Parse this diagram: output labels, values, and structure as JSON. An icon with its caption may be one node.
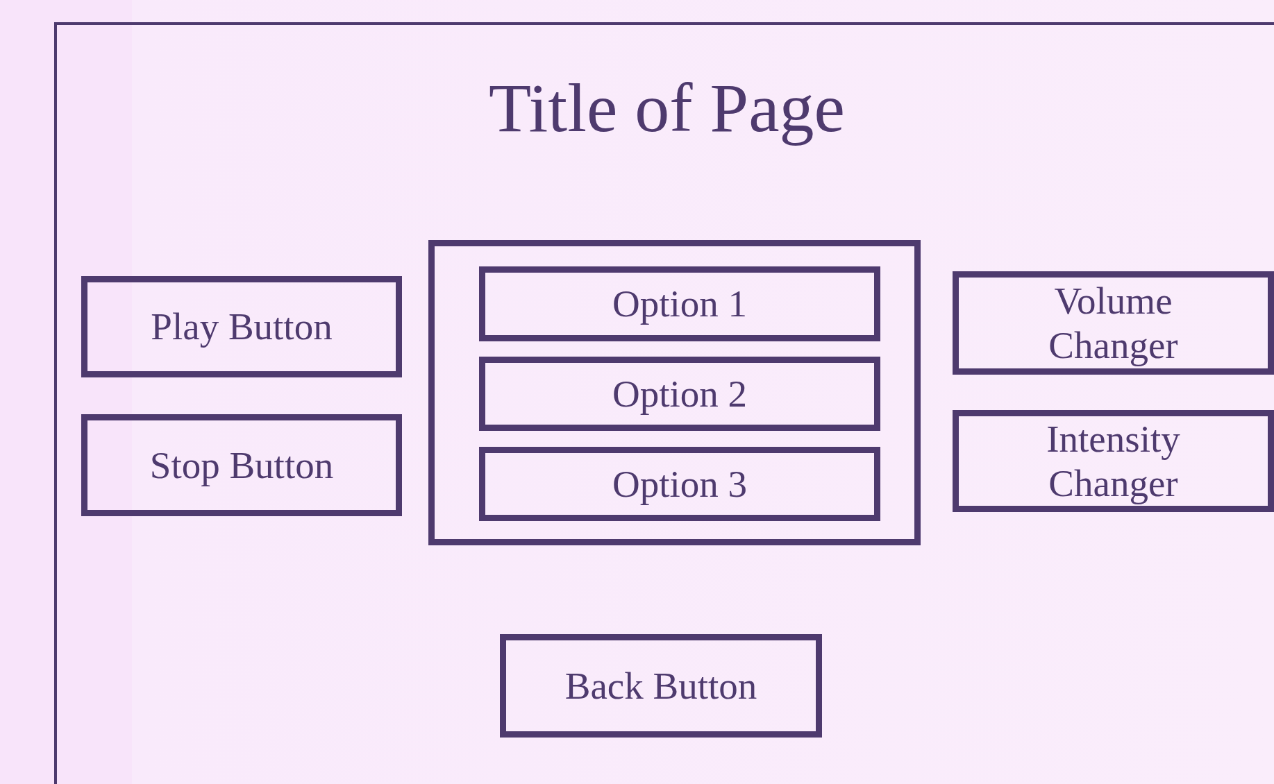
{
  "diagram": {
    "nodes": [
      {
        "text": [
          "Title of Page"
        ]
      },
      {
        "text": [
          "Play Button"
        ],
        "in": 0
      },
      {
        "text": [
          "Stop Button"
        ],
        "in": 0
      },
      {
        "text": [],
        "shape": "box",
        "in": 0
      },
      {
        "text": [
          "Option 1"
        ],
        "in": 3
      },
      {
        "text": [
          "Option 2"
        ],
        "in": 3
      },
      {
        "text": [
          "Option 3"
        ],
        "in": 3
      },
      {
        "text": [
          "Volume Changer"
        ],
        "in": 0
      },
      {
        "text": [
          "Intensity Changer"
        ],
        "in": 0
      },
      {
        "text": [
          "Back Button"
        ],
        "in": 0
      }
    ]
  }
}
